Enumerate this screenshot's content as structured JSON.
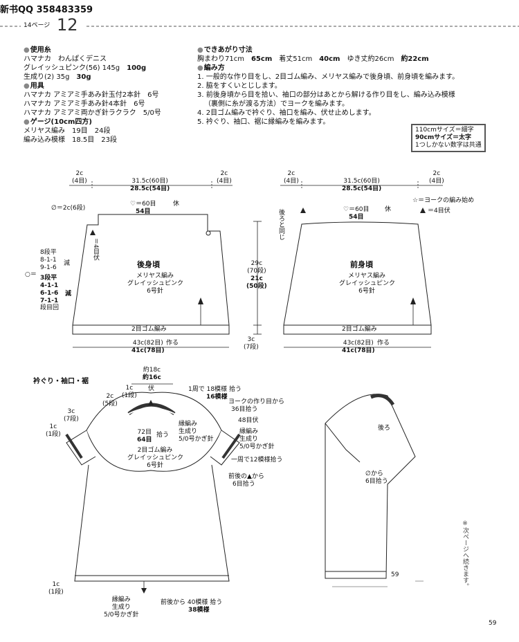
{
  "header": {
    "qq": "新书QQ 358483359",
    "page_label": "14ページ",
    "page_num": "12"
  },
  "materials": {
    "yarn_title": "使用糸",
    "yarn_brand": "ハマナカ　わんぱくデニス",
    "yarn_gray_a": "グレイッシュピンク(56) 145g",
    "yarn_gray_b": "100g",
    "yarn_white_a": "生成り(2) 35g",
    "yarn_white_b": "30g",
    "tools_title": "用具",
    "tool1": "ハマナカ アミアミ手あみ針玉付2本針　6号",
    "tool2": "ハマナカ アミアミ手あみ針4本針　6号",
    "tool3": "ハマナカ アミアミ両かぎ針ラクラク　5/0号",
    "gauge_title": "ゲージ(10cm四方)",
    "gauge1": "メリヤス編み　19目　24段",
    "gauge2": "編み込み模様　18.5目　23段"
  },
  "size": {
    "title": "できあがり寸法",
    "line_a": "胸まわり71cm",
    "line_b": "65cm",
    "line_c": "着丈51cm",
    "line_d": "40cm",
    "line_e": "ゆき丈約26cm",
    "line_f": "約22cm"
  },
  "method": {
    "title": "編み方",
    "s1": "1. 一般的な作り目をし、2目ゴム編み、メリヤス編みで後身頃、前身頃を編みます。",
    "s2": "2. 脇をすくいとじします。",
    "s3": "3. 前後身頃から目を拾い、袖口の部分はあとから解ける作り目をし、編み込み模様",
    "s3b": "（裏側に糸が渡る方法）でヨークを編みます。",
    "s4": "4. 2目ゴム編みで衿ぐり、袖口を編み、伏せ止めします。",
    "s5": "5. 衿ぐり、袖口、裾に縁編みを編みます。"
  },
  "legend": {
    "l1": "110cmサイズ＝細字",
    "l2": "90cmサイズ＝太字",
    "l3": "1つしかない数字は共通"
  },
  "back": {
    "title": "後身頃",
    "sub1": "メリヤス編み",
    "sub2": "グレイッシュピンク",
    "sub3": "6号針",
    "rib": "2目ゴム編み",
    "l_2c": "2c",
    "l_4m": "(4目)",
    "r_2c": "2c",
    "r_4m": "(4目)",
    "top_a": "31.5c(60目)",
    "top_b": "28.5c(54目)",
    "phi": "∅＝2c(6段)",
    "heart_a": "♡＝60目",
    "heart_b": "54目",
    "kyu": "休",
    "side4": "＝4目伏",
    "dec1": "8段平",
    "dec2": "8-1-1",
    "dec3": "9-1-6",
    "gen": "減",
    "circ": "○＝",
    "dec4": "3段平",
    "dec5": "4-1-1",
    "dec6": "6-1-6",
    "dec7": "7-1-1",
    "dec8": "段目回",
    "bot_a": "43c(82目)",
    "bot_b": "41c(78目)",
    "tsukuru": "作る"
  },
  "mid": {
    "h_a": "29c",
    "h_b": "(70段)",
    "h_c": "21c",
    "h_d": "(50段)",
    "r_a": "3c",
    "r_b": "(7段)"
  },
  "front": {
    "title": "前身頃",
    "sub1": "メリヤス編み",
    "sub2": "グレイッシュピンク",
    "sub3": "6号針",
    "rib": "2目ゴム編み",
    "l_2c": "2c",
    "l_4m": "(4目)",
    "r_2c": "2c",
    "r_4m": "(4目)",
    "top_a": "31.5c(60目)",
    "top_b": "28.5c(54目)",
    "heart_a": "♡＝60目",
    "heart_b": "54目",
    "kyu": "休",
    "star": "☆＝ヨークの編み始め",
    "tri": "＝4目伏",
    "ushiro": "後ろと同じ",
    "bot_a": "43c(82目)",
    "bot_b": "41c(78目)",
    "tsukuru": "作る"
  },
  "yoke": {
    "title": "衿ぐり・袖口・裾",
    "top_a": "約18c",
    "top_b": "約16c",
    "nk1": "1c",
    "nk2": "(1段)",
    "fuku": "伏",
    "n2c": "2c",
    "n5": "(5段)",
    "r1": "1周で",
    "r2": "18模様",
    "r3": "16模様",
    "hirou": "拾う",
    "sl1": "3c",
    "sl2": "(7段)",
    "sl3": "1c",
    "sl4": "(1段)",
    "c72a": "72目",
    "c64b": "64目",
    "hirou2": "拾う",
    "yk1": "ヨークの作り目から",
    "yk2": "36目拾う",
    "f48": "48目伏",
    "edge1": "縁編み",
    "edge2": "生成り",
    "edge3": "5/0号かぎ針",
    "edge4": "縁編み",
    "edge5": "生成り",
    "edge6": "5/0号かぎ針",
    "rib1": "2目ゴム編み",
    "rib2": "グレイッシュピンク",
    "rib3": "6号針",
    "slv12": "一周で12模様拾う",
    "fb1": "前後の▲から",
    "fb2": "6目拾う",
    "hem1": "1c",
    "hem2": "(1段)",
    "hemedge1": "縁編み",
    "hemedge2": "生成り",
    "hemedge3": "5/0号かぎ針",
    "h40a": "前後から",
    "h40b": "40模様",
    "h38": "38模様",
    "hirou3": "拾う",
    "side_back": "後ろ",
    "side_phi1": "∅から",
    "side_phi2": "6目拾う"
  },
  "page_side_num": "59",
  "continue_note": "※次ページへ続きます。",
  "footer_num": "59"
}
